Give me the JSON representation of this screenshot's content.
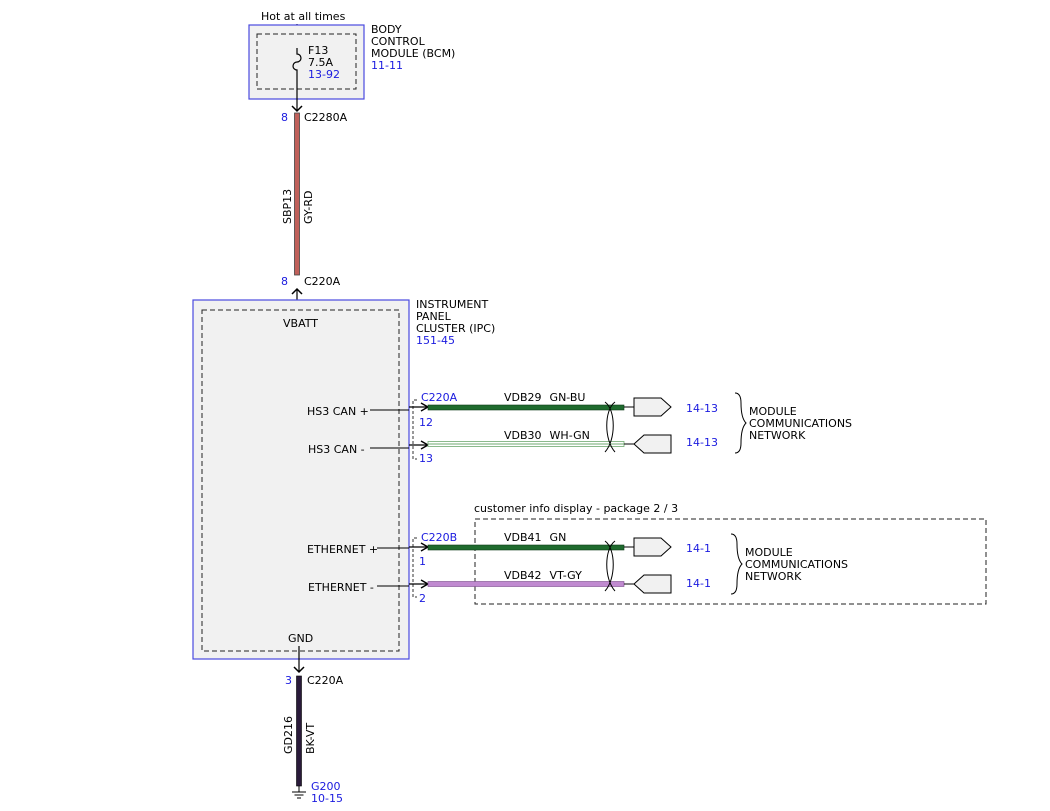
{
  "header": {
    "hot_label": "Hot at all times"
  },
  "bcm": {
    "name_lines": [
      "BODY",
      "CONTROL",
      "MODULE (BCM)"
    ],
    "ref": "11-11",
    "fuse": {
      "id": "F13",
      "rating": "7.5A",
      "ref": "13-92"
    }
  },
  "feed_wire": {
    "top_pin": "8",
    "top_connector": "C2280A",
    "circuit": "SBP13",
    "color": "GY-RD",
    "bottom_pin": "8",
    "bottom_connector": "C220A"
  },
  "ipc": {
    "name_lines": [
      "INSTRUMENT",
      "PANEL",
      "CLUSTER (IPC)"
    ],
    "ref": "151-45",
    "pins": {
      "vbatt": "VBATT",
      "hs3_can_plus": "HS3 CAN +",
      "hs3_can_minus": "HS3 CAN -",
      "ethernet_plus": "ETHERNET +",
      "ethernet_minus": "ETHERNET -",
      "gnd": "GND"
    }
  },
  "can_group": {
    "connector": "C220A",
    "wires": [
      {
        "pin": "12",
        "circuit": "VDB29",
        "color": "GN-BU",
        "ref": "14-13"
      },
      {
        "pin": "13",
        "circuit": "VDB30",
        "color": "WH-GN",
        "ref": "14-13"
      }
    ],
    "network_lines": [
      "MODULE",
      "COMMUNICATIONS",
      "NETWORK"
    ]
  },
  "ethernet_group": {
    "option_label": "customer info display - package 2 / 3",
    "connector": "C220B",
    "wires": [
      {
        "pin": "1",
        "circuit": "VDB41",
        "color": "GN",
        "ref": "14-1"
      },
      {
        "pin": "2",
        "circuit": "VDB42",
        "color": "VT-GY",
        "ref": "14-1"
      }
    ],
    "network_lines": [
      "MODULE",
      "COMMUNICATIONS",
      "NETWORK"
    ]
  },
  "ground_wire": {
    "pin": "3",
    "connector": "C220A",
    "circuit": "GD216",
    "color": "BK-VT",
    "ground_id": "G200",
    "ground_ref": "10-15"
  },
  "colors": {
    "module_border": "#4a4ae0",
    "ref_text": "#1a1adf",
    "wire_gy_rd": "#c0605a",
    "wire_green": "#1f6b2e",
    "wire_wh_gn": "#6fa870",
    "wire_vt_gy": "#c08ad0",
    "wire_bk_vt": "#2a1a3a"
  }
}
